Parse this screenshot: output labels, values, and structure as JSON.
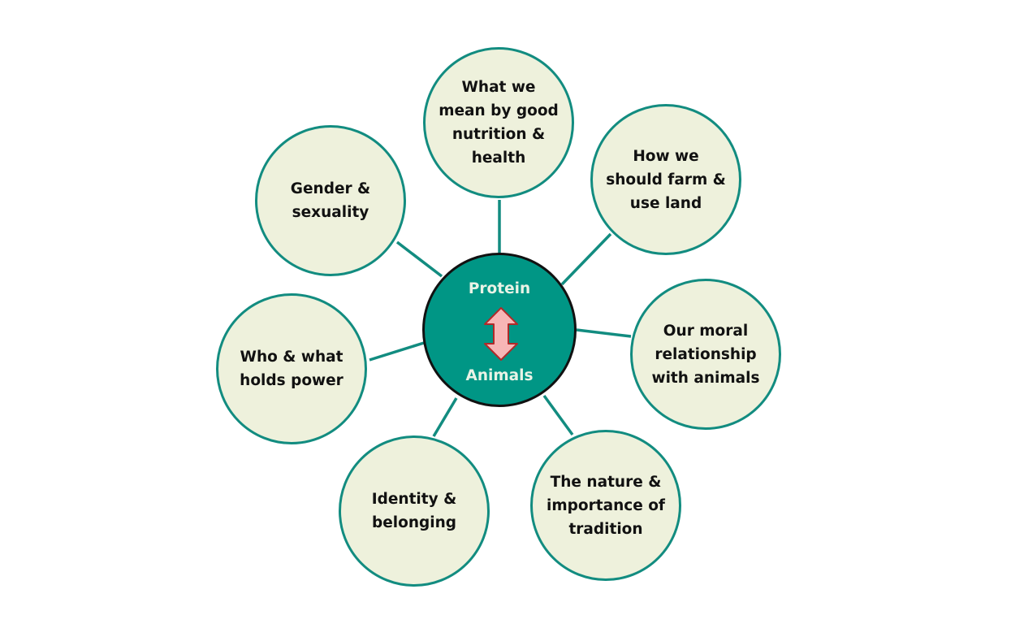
{
  "colors": {
    "node_fill": "#eef1dc",
    "node_border": "#128c80",
    "hub_fill": "#009685",
    "hub_border": "#111111",
    "hub_text": "#e9f3e6",
    "arrow_fill": "#f7b6b6",
    "arrow_stroke": "#b02a2a"
  },
  "center": {
    "top_label": "Protein",
    "bottom_label": "Animals",
    "arrow_icon": "double-headed-vertical-arrow"
  },
  "topics": [
    {
      "id": "nutrition",
      "label": "What we\nmean by good\nnutrition &\nhealth"
    },
    {
      "id": "farming",
      "label": "How we\nshould farm &\nuse land"
    },
    {
      "id": "moral",
      "label": "Our moral\nrelationship\nwith animals"
    },
    {
      "id": "tradition",
      "label": "The nature &\nimportance of\ntradition"
    },
    {
      "id": "identity",
      "label": "Identity &\nbelonging"
    },
    {
      "id": "power",
      "label": "Who & what\nholds power"
    },
    {
      "id": "gender",
      "label": "Gender &\nsexuality"
    }
  ]
}
